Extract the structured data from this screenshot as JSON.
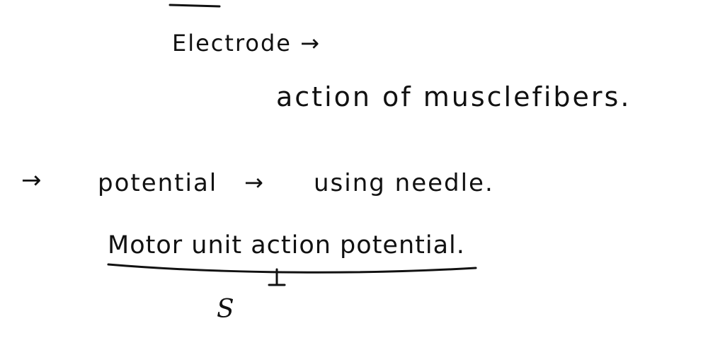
{
  "notes": {
    "line1": "Electrode →",
    "line2": "action of musclefibers.",
    "line3_arrow": "→",
    "line3_word1": "potential",
    "line3_arrow2": "→",
    "line3_word2": "using needle.",
    "line4": "Motor unit action potential.",
    "line5_glyph": "S"
  },
  "colors": {
    "ink": "#111111",
    "paper": "#ffffff"
  }
}
